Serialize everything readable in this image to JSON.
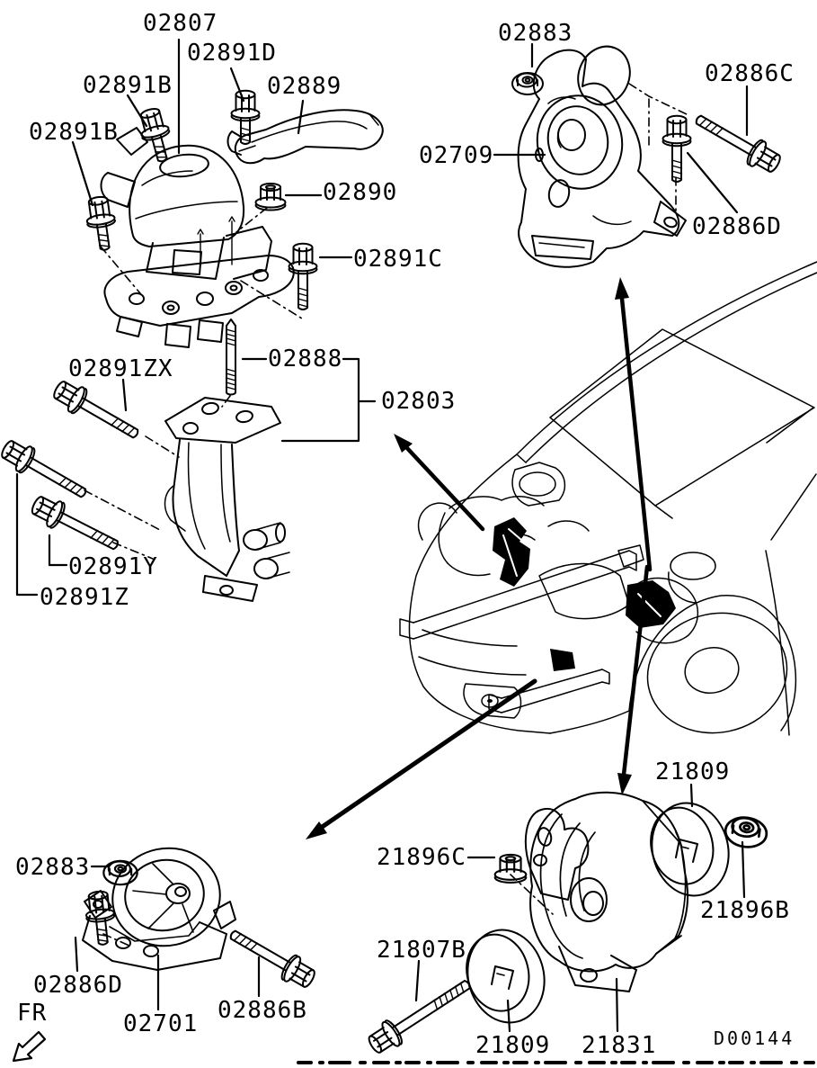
{
  "diagram": {
    "drawing_code": "D00144",
    "front_marker": "FR",
    "ink_color": "#000000",
    "paper_color": "#ffffff",
    "part_labels": [
      {
        "text": "02807"
      },
      {
        "text": "02891B"
      },
      {
        "text": "02891D"
      },
      {
        "text": "02889"
      },
      {
        "text": "02891B"
      },
      {
        "text": "02883"
      },
      {
        "text": "02886C"
      },
      {
        "text": "02709"
      },
      {
        "text": "02890"
      },
      {
        "text": "02886D"
      },
      {
        "text": "02891C"
      },
      {
        "text": "02891ZX"
      },
      {
        "text": "02888"
      },
      {
        "text": "02803"
      },
      {
        "text": "02891Y"
      },
      {
        "text": "02891Z"
      },
      {
        "text": "02883"
      },
      {
        "text": "02886D"
      },
      {
        "text": "02701"
      },
      {
        "text": "02886B"
      },
      {
        "text": "21896C"
      },
      {
        "text": "21809"
      },
      {
        "text": "21896B"
      },
      {
        "text": "21807B"
      },
      {
        "text": "21809"
      },
      {
        "text": "21831"
      }
    ]
  }
}
